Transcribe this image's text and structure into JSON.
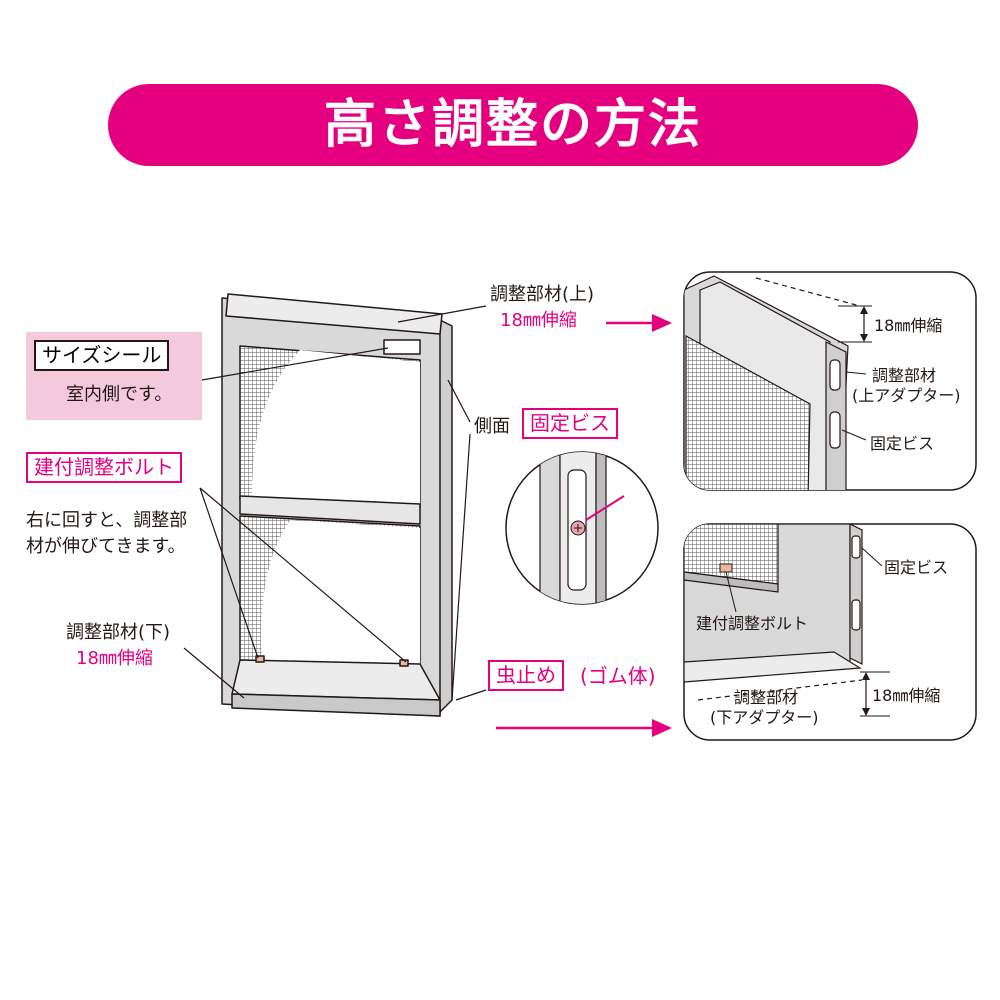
{
  "title": "高さ調整の方法",
  "colors": {
    "accent": "#e4007f",
    "panel_fill": "#d9d9d9",
    "line": "#231815"
  },
  "labels": {
    "size_seal": "サイズシール",
    "size_seal_note": "室内側です。",
    "bolt": "建付調整ボルト",
    "bolt_note_1": "右に回すと、調整部",
    "bolt_note_2": "材が伸びてきます。",
    "lower_member": "調整部材(下)",
    "lower_extend": "18㎜伸縮",
    "upper_member": "調整部材(上)",
    "upper_extend": "18㎜伸縮",
    "side": "側面",
    "fixing_screw": "固定ビス",
    "insect_stop": "虫止め",
    "rubber": "(ゴム体)"
  },
  "detail_top": {
    "extend": "18㎜伸縮",
    "member_1": "調整部材",
    "member_2": "(上アダプター)",
    "screw": "固定ビス"
  },
  "detail_bottom": {
    "screw": "固定ビス",
    "bolt": "建付調整ボルト",
    "member_1": "調整部材",
    "member_2": "(下アダプター)",
    "extend": "18㎜伸縮"
  }
}
